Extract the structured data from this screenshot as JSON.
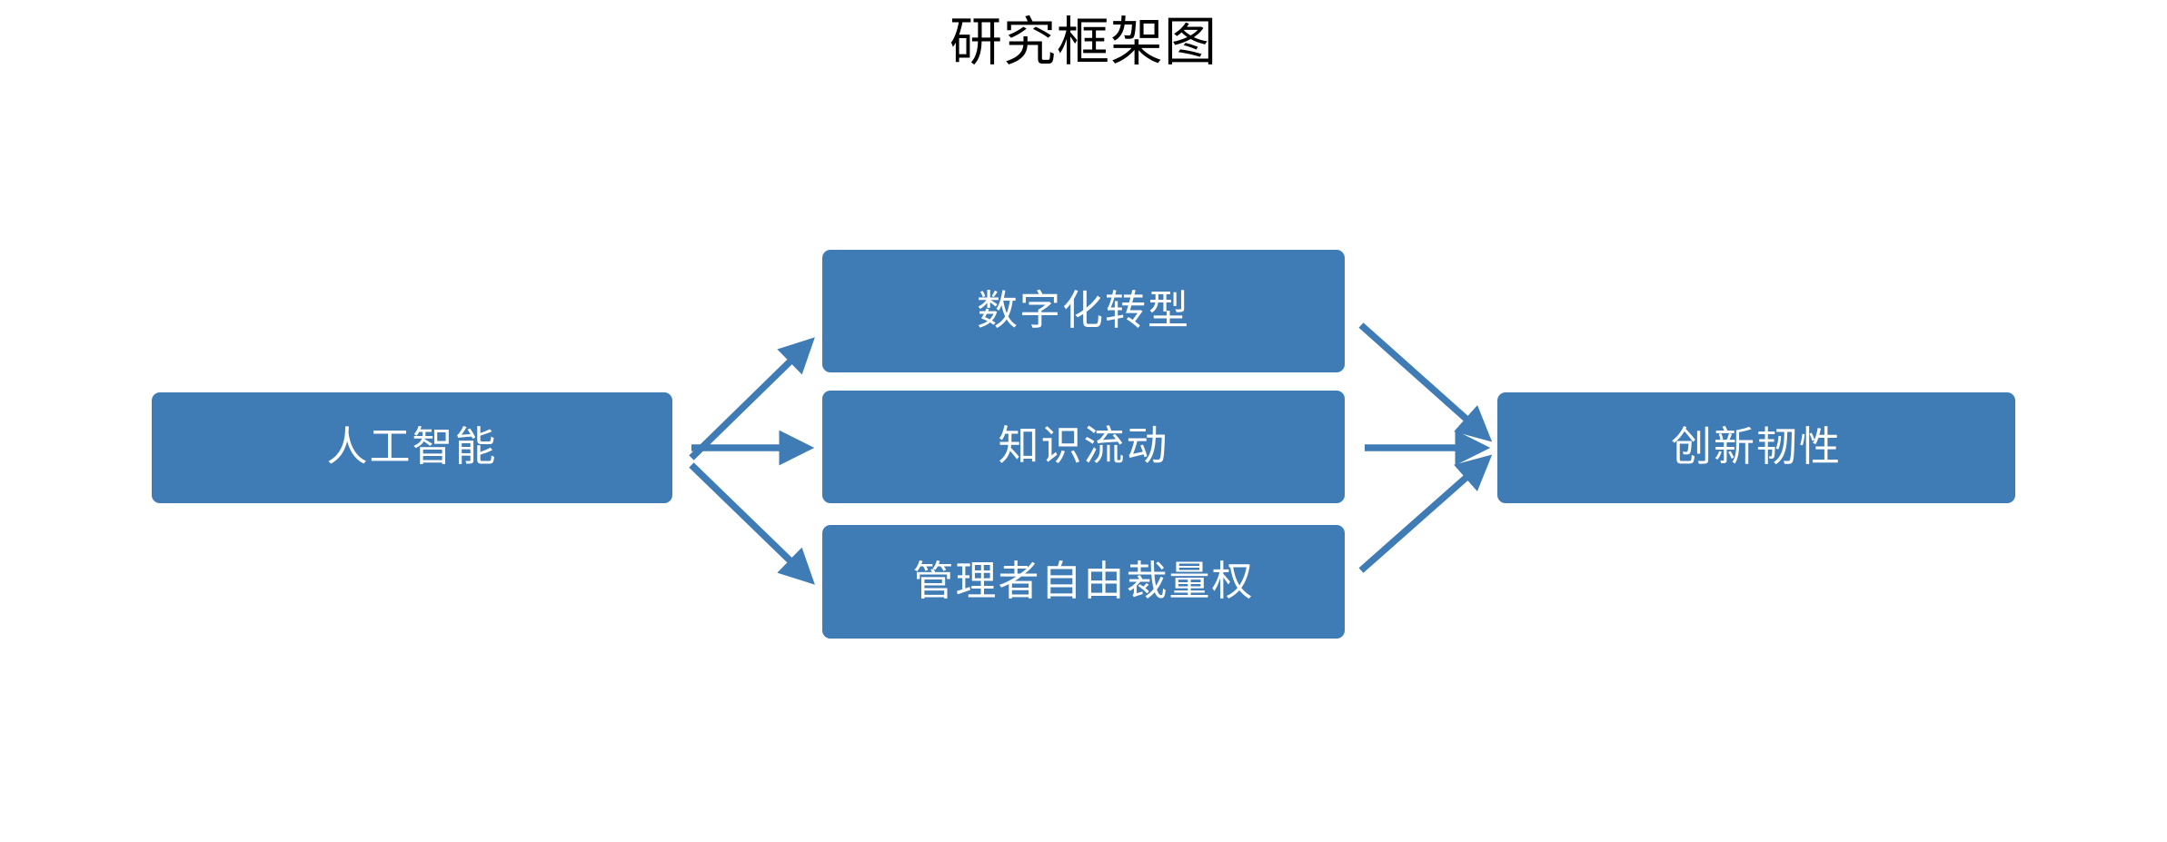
{
  "diagram": {
    "title": "研究框架图",
    "type": "flow-diagram",
    "background_color": "#ffffff",
    "node_fill_color": "#3F7CB5",
    "node_text_color": "#ffffff",
    "arrow_color": "#3F7CB5",
    "title_color": "#000000",
    "nodes": [
      {
        "id": "ai",
        "label": "人工智能",
        "column": "antecedent",
        "role": "independent-variable"
      },
      {
        "id": "digital",
        "label": "数字化转型",
        "column": "mediator",
        "role": "mediator"
      },
      {
        "id": "knowledge",
        "label": "知识流动",
        "column": "mediator",
        "role": "mediator"
      },
      {
        "id": "discretion",
        "label": "管理者自由裁量权",
        "column": "mediator",
        "role": "mediator"
      },
      {
        "id": "outcome",
        "label": "创新韧性",
        "column": "outcome",
        "role": "dependent-variable"
      }
    ],
    "edges": [
      {
        "id": "ai-to-digital",
        "from": "ai",
        "to": "digital",
        "style": "solid-arrow",
        "direction": "up-right"
      },
      {
        "id": "ai-to-knowledge",
        "from": "ai",
        "to": "knowledge",
        "style": "solid-arrow",
        "direction": "right"
      },
      {
        "id": "ai-to-discretion",
        "from": "ai",
        "to": "discretion",
        "style": "solid-arrow",
        "direction": "down-right"
      },
      {
        "id": "digital-to-outcome",
        "from": "digital",
        "to": "outcome",
        "style": "solid-arrow",
        "direction": "down-right"
      },
      {
        "id": "knowledge-to-outcome",
        "from": "knowledge",
        "to": "outcome",
        "style": "solid-arrow",
        "direction": "right"
      },
      {
        "id": "discretion-to-outcome",
        "from": "discretion",
        "to": "outcome",
        "style": "solid-arrow",
        "direction": "up-right"
      }
    ]
  }
}
